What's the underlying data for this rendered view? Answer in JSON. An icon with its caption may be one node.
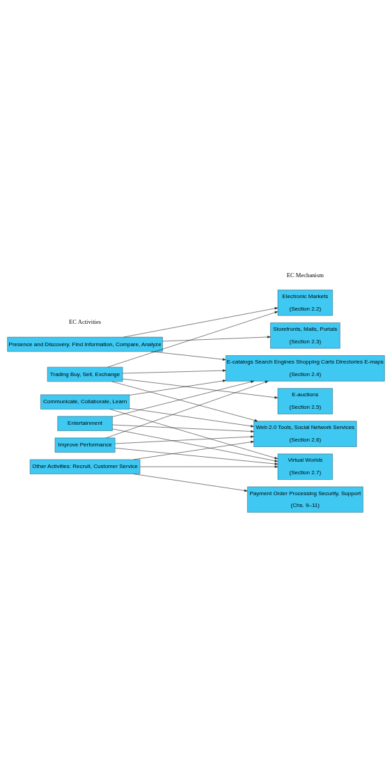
{
  "diagram": {
    "nodes": [
      {
        "text": [
          "Presence and Discovery. Find Information, Compare, Analyze"
        ]
      },
      {
        "text": [
          "Trading Buy, Sell, Exchange"
        ]
      },
      {
        "text": [
          "Communicate, Collaborate, Learn"
        ]
      },
      {
        "text": [
          "Entertainment"
        ]
      },
      {
        "text": [
          "Improve Performance"
        ]
      },
      {
        "text": [
          "Other Activities: Recruit, Customer Service"
        ]
      },
      {
        "text": [
          "Electronic Markets",
          "(Section 2.2)"
        ]
      },
      {
        "text": [
          "Storefronts, Malls, Portals",
          "(Section 2.3)"
        ]
      },
      {
        "text": [
          "E-catalogs Search Engines Shopping Carts Directories E-maps",
          "(Section 2.4)"
        ]
      },
      {
        "text": [
          "E-auctions",
          "(Section 2.5)"
        ]
      },
      {
        "text": [
          "Web 2.0 Tools, Social Network Services",
          "(Section 2.6)"
        ]
      },
      {
        "text": [
          "Virtual Worlds",
          "(Section 2.7)"
        ]
      },
      {
        "text": [
          "Payment Order Processing Security, Support",
          "(Chs. 9–11)"
        ]
      }
    ],
    "edges": [
      {
        "from": 0,
        "to": 6,
        "arrow": "to"
      },
      {
        "from": 0,
        "to": 7,
        "arrow": "to"
      },
      {
        "from": 0,
        "to": 8,
        "arrow": "to"
      },
      {
        "from": 1,
        "to": 6,
        "arrow": "to"
      },
      {
        "from": 1,
        "to": 8,
        "arrow": "to"
      },
      {
        "from": 1,
        "to": 9,
        "arrow": "to"
      },
      {
        "from": 1,
        "to": 10,
        "arrow": "to"
      },
      {
        "from": 2,
        "to": 8,
        "arrow": "to"
      },
      {
        "from": 2,
        "to": 10,
        "arrow": "to"
      },
      {
        "from": 2,
        "to": 11,
        "arrow": "to"
      },
      {
        "from": 3,
        "to": 8,
        "arrow": "to"
      },
      {
        "from": 3,
        "to": 10,
        "arrow": "to"
      },
      {
        "from": 3,
        "to": 11,
        "arrow": "to"
      },
      {
        "from": 4,
        "to": 8,
        "arrow": "to"
      },
      {
        "from": 4,
        "to": 10,
        "arrow": "to"
      },
      {
        "from": 4,
        "to": 11,
        "arrow": "to"
      },
      {
        "from": 5,
        "to": 10,
        "arrow": "to"
      },
      {
        "from": 5,
        "to": 11,
        "arrow": "to"
      },
      {
        "from": 5,
        "to": 12,
        "arrow": "to"
      }
    ],
    "labels": [
      "EC Activities",
      "EC Mechanism"
    ]
  }
}
